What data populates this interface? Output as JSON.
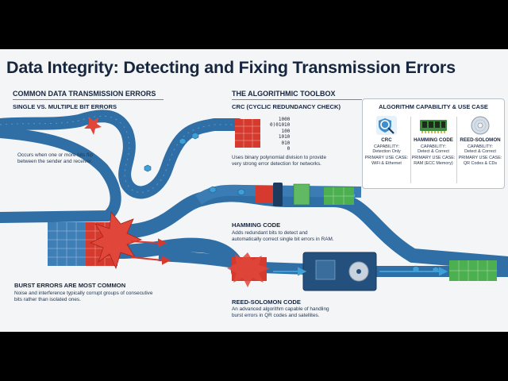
{
  "title": "Data Integrity: Detecting and Fixing Transmission Errors",
  "left_section": {
    "heading": "COMMON DATA TRANSMISSION ERRORS",
    "single_multiple": {
      "heading": "SINGLE VS. MULTIPLE BIT ERRORS",
      "body": "Occurs when one or more bits flip between the sender and receiver."
    },
    "burst": {
      "heading": "BURST ERRORS ARE MOST COMMON",
      "body": "Noise and interference typically corrupt groups of consecutive bits rather than isolated ones."
    }
  },
  "toolbox": {
    "heading": "THE ALGORITHMIC TOOLBOX",
    "crc": {
      "heading": "CRC (CYCLIC REDUNDANCY CHECK)",
      "body": "Uses binary polynomial division to provide very strong error detection for networks.",
      "division": [
        "1000",
        "0)01010",
        "100",
        "1010",
        "010",
        "0"
      ]
    },
    "hamming": {
      "heading": "HAMMING CODE",
      "body": "Adds redundant bits to detect and automatically correct single bit errors in RAM."
    },
    "reed_solomon": {
      "heading": "REED-SOLOMON CODE",
      "body": "An advanced algorithm capable of handling burst errors in QR codes and satellites."
    }
  },
  "panel": {
    "title": "ALGORITHM CAPABILITY & USE CASE",
    "items": [
      {
        "icon": "magnifier-shield-icon",
        "name": "CRC",
        "capability_label": "CAPABILITY:",
        "capability": "Detection Only",
        "use_label": "PRIMARY USE CASE:",
        "use": "WiFi & Ethernet"
      },
      {
        "icon": "ram-module-icon",
        "name": "HAMMING CODE",
        "capability_label": "CAPABILITY:",
        "capability": "Detect & Correct",
        "use_label": "PRIMARY USE CASE:",
        "use": "RAM (ECC Memory)"
      },
      {
        "icon": "optical-disc-icon",
        "name": "REED-SOLOMON",
        "capability_label": "CAPABILITY:",
        "capability": "Detect & Correct",
        "use_label": "PRIMARY USE CASE:",
        "use": "QR Codes & CDs"
      }
    ]
  },
  "colors": {
    "pipe_blue": "#2f6fa6",
    "error_red": "#d63a2e",
    "correct_green": "#4caf50",
    "title_navy": "#17263f"
  }
}
